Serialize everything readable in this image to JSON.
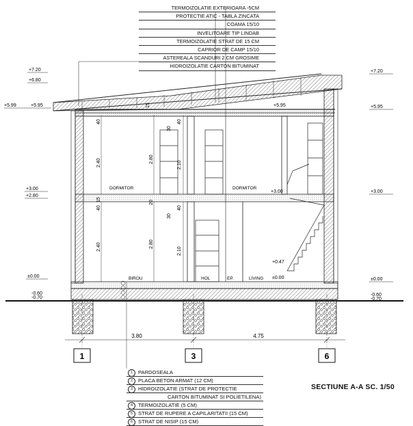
{
  "title": "SECTIUNE  A-A SC. 1/50",
  "roof_legend": [
    "TERMOIZOLATIE EXTERIOARA -5CM",
    "PROTECTIE ATIC - TABLA ZINCATA",
    "COAMA 15/10",
    "INVELITOARE TIP LINDAB",
    "TERMOIZOLATIE STRAT DE 15 CM",
    "CAPRIOR DE CAMP 15/10",
    "ASTEREALA SCANDURI 2 CM GROSIME",
    "HIDROIZOLATIE CARTON BITUMINAT"
  ],
  "floor_legend": [
    {
      "num": "1",
      "text": "PARDOSEALA"
    },
    {
      "num": "2",
      "text": "PLACA BETON ARMAT (12 CM)"
    },
    {
      "num": "3",
      "text": "HIDROIZOLATIE (STRAT DE PROTECTIE"
    },
    {
      "num": "",
      "text": "CARTON BITUMINAT SI POLIETILENA)"
    },
    {
      "num": "4",
      "text": "TERMOIZOLATIE (5 CM)"
    },
    {
      "num": "5",
      "text": "STRAT DE RUPERE A CAPILARITATII (15 CM)"
    },
    {
      "num": "6",
      "text": "STRAT DE NISIP (15 CM)"
    }
  ],
  "levels_left": {
    "top": "+7.20",
    "eave": "+6.80",
    "left_roof_a": "+5.99",
    "left_roof_b": "+5.95",
    "floor1_a": "+3.00",
    "floor1_b": "+2.80",
    "ground_floor": "±0.00",
    "ext_a": "-0.60",
    "ext_b": "-0.70"
  },
  "levels_right": {
    "top": "+7.20",
    "roof": "+5.95",
    "floor1": "+3.00",
    "ground_floor": "±0.00",
    "ext_a": "-0.60",
    "ext_b": "-0.70"
  },
  "levels_inner": {
    "roof": "+5.95",
    "floor1": "+3.00",
    "stair_landing": "+0.47",
    "living": "±0.00"
  },
  "rooms": {
    "dormitor_left": "DORMITOR",
    "dormitor_right": "DORMITOR",
    "birou": "BIROU",
    "hol": "HOL",
    "ep": "EP.",
    "living": "LIVING"
  },
  "dims": {
    "slab_top": "15",
    "wall_top_left": "40",
    "height_upper": "2.40",
    "height_upper_total": "2.80",
    "door_top_upper": "30",
    "door_top_upper2": "40",
    "door_upper": "2.10",
    "slab_mid": "15",
    "wall_mid_left": "40",
    "height_lower": "2.40",
    "height_lower_total": "2.80",
    "slab_mid_right": "20",
    "door_top_lower": "30",
    "door_top_lower2": "40",
    "door_lower": "2.10",
    "span_1_3": "3.80",
    "span_3_6": "4.75"
  },
  "axes": [
    "1",
    "3",
    "6"
  ]
}
